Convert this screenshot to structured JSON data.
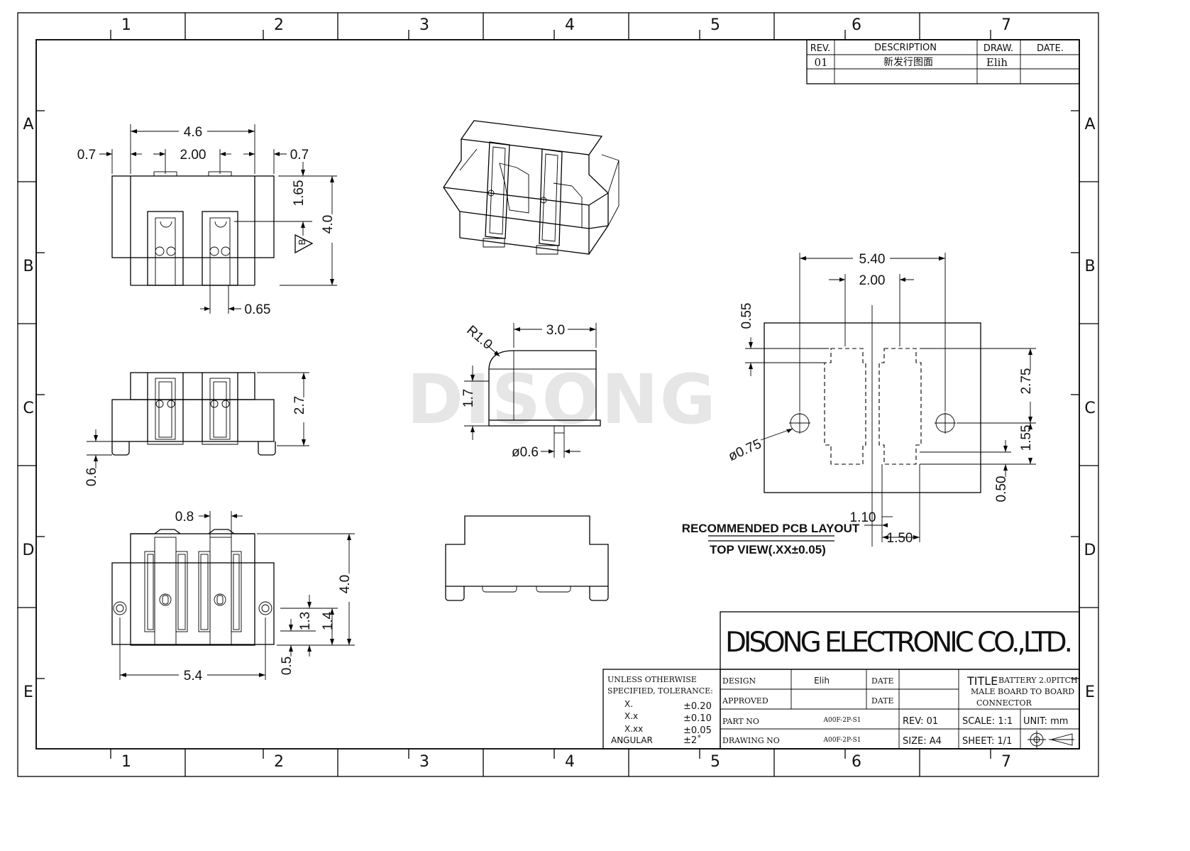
{
  "border": {
    "columns": [
      "1",
      "2",
      "3",
      "4",
      "5",
      "6",
      "7"
    ],
    "rows": [
      "A",
      "B",
      "C",
      "D",
      "E"
    ]
  },
  "revision_table": {
    "headers": [
      "REV.",
      "DESCRIPTION",
      "DRAW.",
      "DATE."
    ],
    "rows": [
      [
        "01",
        "新发行图面",
        "Elih",
        ""
      ]
    ]
  },
  "dimensions": {
    "top_view": {
      "w46": "4.6",
      "d200": "2.00",
      "left07": "0.7",
      "right07": "0.7",
      "h165": "1.65",
      "h40": "4.0",
      "d065": "0.65",
      "datum": "B"
    },
    "front_view": {
      "h27": "2.7",
      "h06": "0.6"
    },
    "bottom_view": {
      "d08": "0.8",
      "h40": "4.0",
      "h13": "1.3",
      "h14": "1.4",
      "h05": "0.5",
      "w54": "5.4"
    },
    "side_view": {
      "r10": "R1.0",
      "w30": "3.0",
      "h17": "1.7",
      "d06": "ø0.6"
    },
    "pcb": {
      "w540": "5.40",
      "w200": "2.00",
      "h055": "0.55",
      "h275": "2.75",
      "h155": "1.55",
      "h050": "0.50",
      "w110": "1.10",
      "w150": "1.50",
      "d075": "ø0.75"
    }
  },
  "pcb_caption": {
    "line1": "RECOMMENDED PCB LAYOUT",
    "line2": "TOP VIEW(.XX±0.05)"
  },
  "watermark": "DISONG",
  "title_block": {
    "company": "DISONG ELECTRONIC CO.,LTD.",
    "tolerance": {
      "header1": "UNLESS OTHERWISE",
      "header2": "SPECIFIED, TOLERANCE:",
      "rows": [
        {
          "label": "X.",
          "value": "±0.20"
        },
        {
          "label": "X.x",
          "value": "±0.10"
        },
        {
          "label": "X.xx",
          "value": "±0.05"
        },
        {
          "label": "ANGULAR",
          "value": "±2˚"
        }
      ]
    },
    "design_label": "DESIGN",
    "design_value": "Elih",
    "date_label": "DATE",
    "approved_label": "APPROVED",
    "part_no_label": "PART NO",
    "part_no_value": "A00F-2P-S1",
    "drawing_no_label": "DRAWING NO",
    "drawing_no_value": "A00F-2P-S1",
    "rev_label": "REV: 01",
    "size_label": "SIZE: A4",
    "title_label": "TITLE",
    "title_line1": "BATTERY 2.0PITCH",
    "title_line2": "MALE BOARD TO BOARD",
    "title_line3": "CONNECTOR",
    "scale_label": "SCALE: 1:1",
    "unit_label": "UNIT: mm",
    "sheet_label": "SHEET: 1/1"
  }
}
